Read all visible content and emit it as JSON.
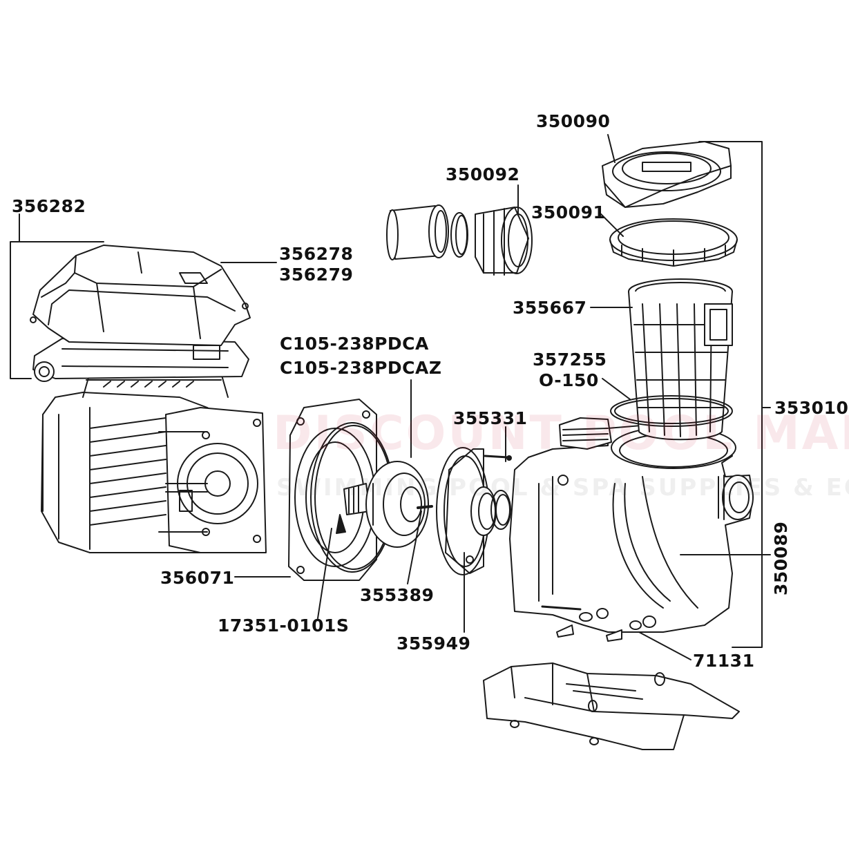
{
  "watermark": {
    "main": "DISCOUNT POOL MART",
    "sub": "SWIMMING POOL & SPA SUPPLIES & EQUIPMENT"
  },
  "labels": {
    "l356282": "356282",
    "l356278": "356278",
    "l356279": "356279",
    "l350090": "350090",
    "l350092": "350092",
    "l350091": "350091",
    "l355667": "355667",
    "l357255": "357255",
    "lO150": "O-150",
    "l353010": "353010",
    "lC105a": "C105-238PDCA",
    "lC105b": "C105-238PDCAZ",
    "l355331": "355331",
    "l350089": "350089",
    "l356071": "356071",
    "l355389": "355389",
    "l17351": "17351-0101S",
    "l355949": "355949",
    "l71131": "71131"
  },
  "colors": {
    "line": "#1a1a1a",
    "label": "#111111",
    "watermark_primary": "#c8102e",
    "watermark_secondary": "#555555"
  }
}
